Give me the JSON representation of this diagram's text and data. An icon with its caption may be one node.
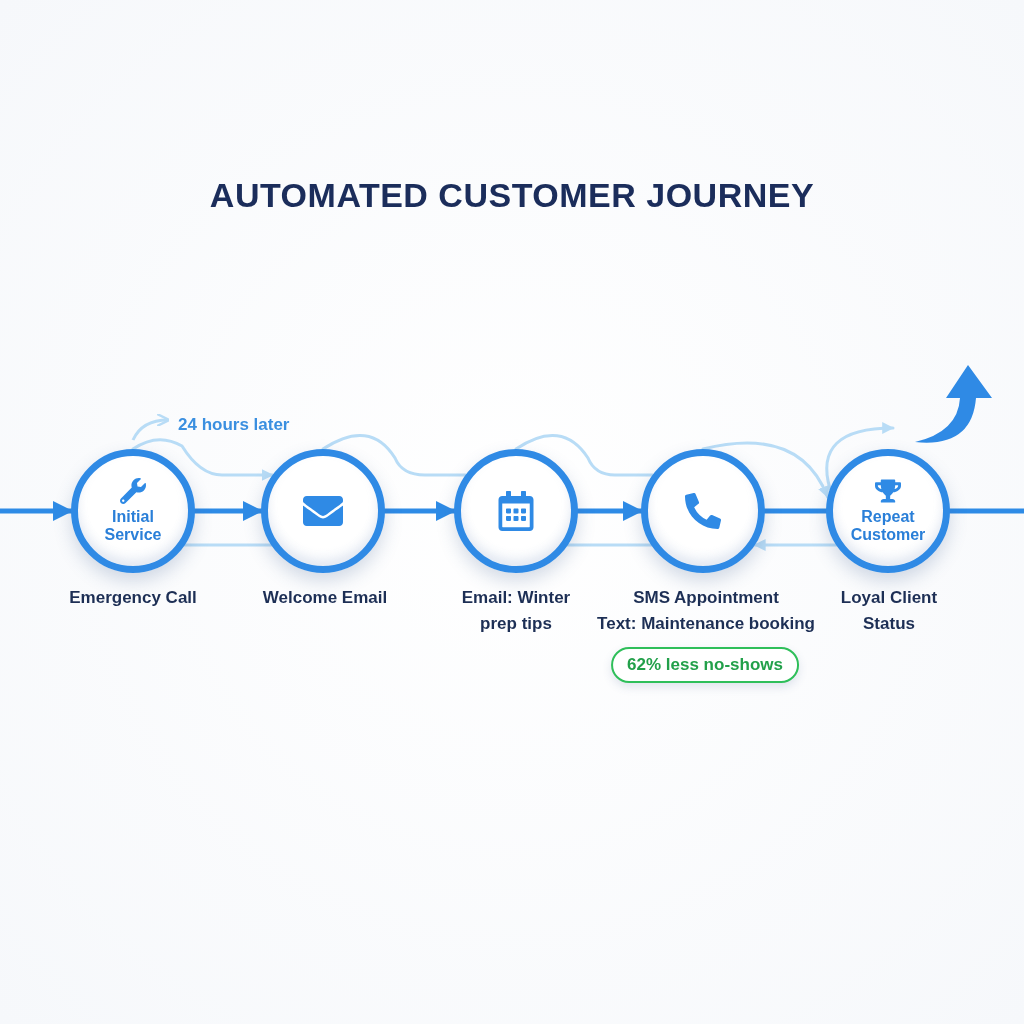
{
  "diagram": {
    "title": "AUTOMATED CUSTOMER JOURNEY",
    "nodes": [
      {
        "text": [
          "Initial Service"
        ],
        "beside": [
          "Emergency Call"
        ]
      },
      {
        "text": [],
        "shape": "circle",
        "beside": [
          "Welcome Email"
        ]
      },
      {
        "text": [],
        "shape": "circle",
        "beside": [
          "Email: Winter prep tips"
        ]
      },
      {
        "text": [],
        "shape": "circle",
        "beside": [
          "SMS Appointment",
          "Text: Maintenance booking"
        ]
      },
      {
        "text": [
          "Repeat Customer"
        ],
        "beside": [
          "Loyal Client Status"
        ]
      },
      {
        "text": [
          "62% less no-shows"
        ]
      }
    ],
    "edges": [
      {
        "from": null,
        "to": 0,
        "arrow": "to",
        "color": "#2e8be6"
      },
      {
        "from": 0,
        "to": 1,
        "arrow": "to",
        "color": "#2e8be6"
      },
      {
        "from": 1,
        "to": 2,
        "arrow": "to",
        "color": "#2e8be6"
      },
      {
        "from": 2,
        "to": 3,
        "arrow": "to",
        "color": "#2e8be6"
      },
      {
        "from": 3,
        "to": 4,
        "arrow": "none",
        "color": "#2e8be6"
      },
      {
        "from": 4,
        "to": null,
        "arrow": "none",
        "color": "#2e8be6"
      },
      {
        "from": 0,
        "to": 1,
        "arrow": "to"
      },
      {
        "from": 1,
        "to": 2,
        "arrow": "none"
      },
      {
        "from": 2,
        "to": 3,
        "arrow": "none"
      },
      {
        "from": 3,
        "to": 4,
        "arrow": "to"
      },
      {
        "from": 4,
        "to": null,
        "arrow": "to"
      },
      {
        "from": 0,
        "to": 1,
        "arrow": "none"
      },
      {
        "from": 2,
        "to": 3,
        "arrow": "none"
      },
      {
        "from": 4,
        "to": 3,
        "arrow": "to"
      }
    ],
    "labels": [
      "24 hours later"
    ]
  }
}
